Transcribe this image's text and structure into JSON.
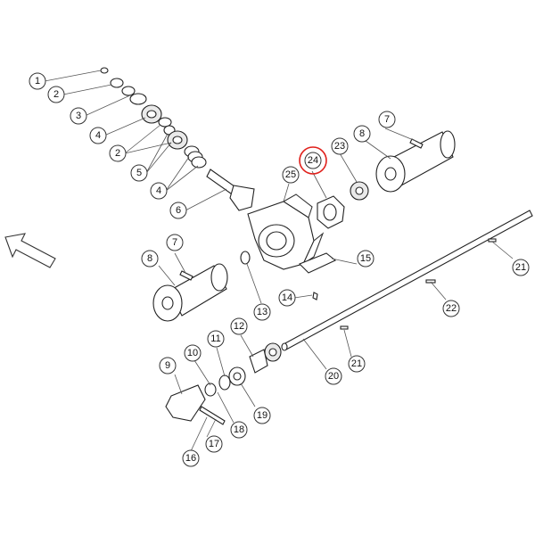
{
  "diagram": {
    "highlight_color": "#e0201b",
    "direction_indicator": "arrow-pointing-up-left",
    "callouts": [
      {
        "label": "1"
      },
      {
        "label": "2"
      },
      {
        "label": "3"
      },
      {
        "label": "4"
      },
      {
        "label": "2"
      },
      {
        "label": "5"
      },
      {
        "label": "4"
      },
      {
        "label": "6"
      },
      {
        "label": "7"
      },
      {
        "label": "8"
      },
      {
        "label": "23"
      },
      {
        "label": "24",
        "highlighted": true
      },
      {
        "label": "25"
      },
      {
        "label": "7"
      },
      {
        "label": "8"
      },
      {
        "label": "15"
      },
      {
        "label": "13"
      },
      {
        "label": "14"
      },
      {
        "label": "21"
      },
      {
        "label": "22"
      },
      {
        "label": "12"
      },
      {
        "label": "11"
      },
      {
        "label": "10"
      },
      {
        "label": "9"
      },
      {
        "label": "19"
      },
      {
        "label": "18"
      },
      {
        "label": "17"
      },
      {
        "label": "16"
      },
      {
        "label": "20"
      },
      {
        "label": "21"
      }
    ]
  }
}
